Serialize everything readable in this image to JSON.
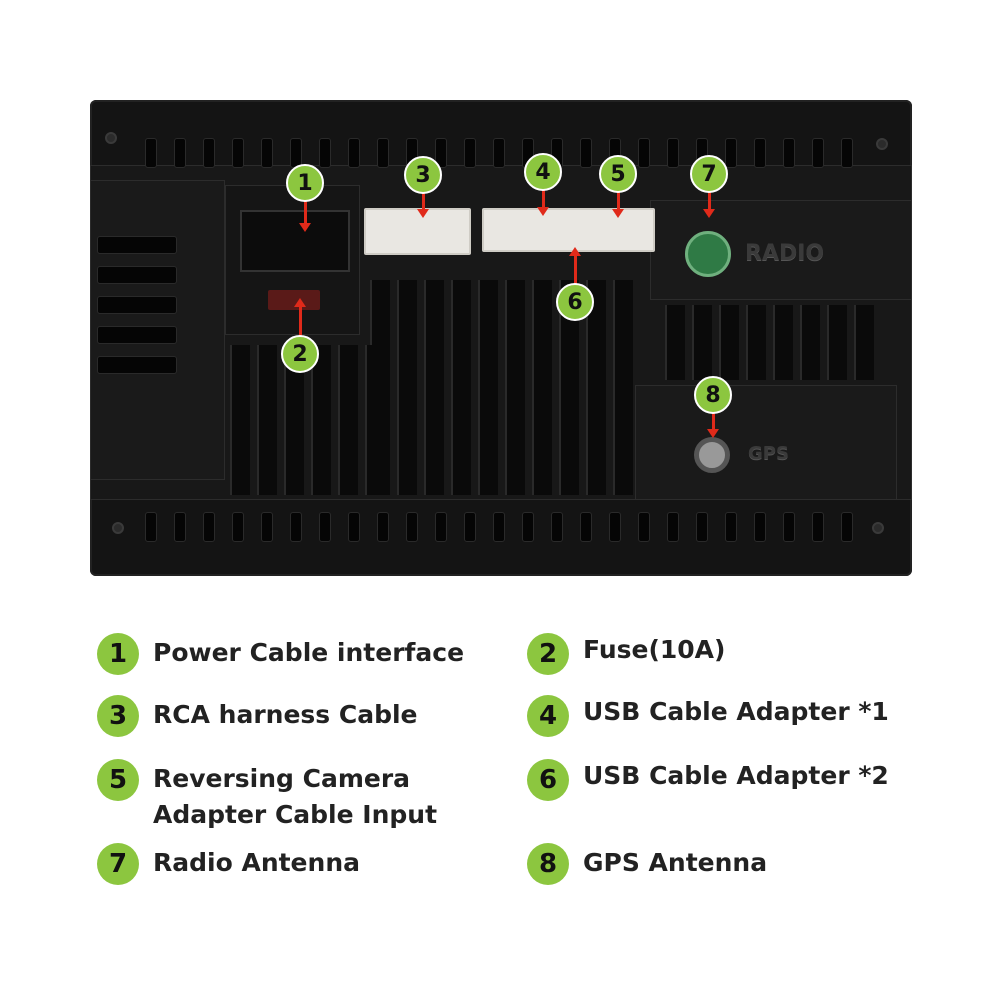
{
  "callouts": [
    "1",
    "2",
    "3",
    "4",
    "5",
    "6",
    "7",
    "8"
  ],
  "device_labels": {
    "radio": "RADIO",
    "gps": "GPS"
  },
  "legend": [
    {
      "num": "1",
      "text": "Power Cable interface"
    },
    {
      "num": "2",
      "text": "Fuse(10A)"
    },
    {
      "num": "3",
      "text": "RCA harness Cable"
    },
    {
      "num": "4",
      "text": "USB Cable Adapter *1"
    },
    {
      "num": "5",
      "text": "Reversing Camera Adapter Cable Input"
    },
    {
      "num": "6",
      "text": "USB Cable Adapter *2"
    },
    {
      "num": "7",
      "text": "Radio Antenna"
    },
    {
      "num": "8",
      "text": "GPS Antenna"
    }
  ],
  "colors": {
    "badge": "#8cc63f",
    "arrow": "#e02a1a",
    "device": "#141414"
  }
}
